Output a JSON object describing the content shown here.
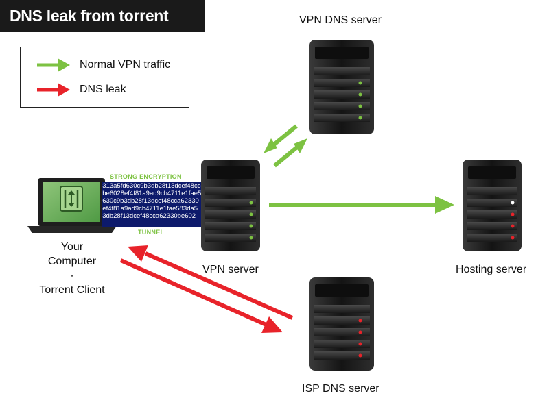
{
  "title": "DNS leak from torrent client",
  "legend": {
    "items": [
      {
        "label": "Normal VPN traffic",
        "color": "#7dc242"
      },
      {
        "label": "DNS leak",
        "color": "#e8232a"
      }
    ]
  },
  "nodes": {
    "computer_label": [
      "Your",
      "Computer",
      "-",
      "Torrent Client"
    ],
    "vpn_dns_server": "VPN DNS server",
    "vpn_server": "VPN server",
    "hosting_server": "Hosting server",
    "isp_dns_server": "ISP DNS server"
  },
  "tunnel": {
    "top_label": "STRONG ENCRYPTION",
    "bottom_label": "TUNNEL",
    "lines": [
      "6313a5fd630c9b3db28f13dcef48cc",
      "0be6028ef4f81a9ad9cb4711e1fae5",
      "d630c9b3db28f13dcef48cca62330",
      "8ef4f81a9ad9cb4711e1fae583da5",
      "b3db28f13dcef48cca62330be602"
    ]
  },
  "colors": {
    "green_arrow": "#7dc242",
    "red_arrow": "#e8232a",
    "server_body": "#1e1e1e",
    "tunnel_bg": "#0d1a6b"
  }
}
